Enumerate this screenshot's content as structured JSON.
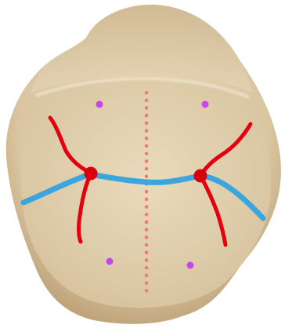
{
  "figure": {
    "colors": {
      "background": "#ffffff",
      "tooth_body": "#d9c8a4",
      "tooth_shadow": "#c5ad86",
      "tooth_highlight": "#efe4cc",
      "occlusal_table": "#e4d3b2",
      "central_groove": "#3aa6dd",
      "transverse_ridges": "#e3000f",
      "contact_points": "#d7000c",
      "cusp_tips": "#cc44ee",
      "midline": "#ef7a6e"
    },
    "markers": {
      "cusp_tips": 4,
      "contact_points": 2,
      "ridge_lines": 4
    }
  }
}
